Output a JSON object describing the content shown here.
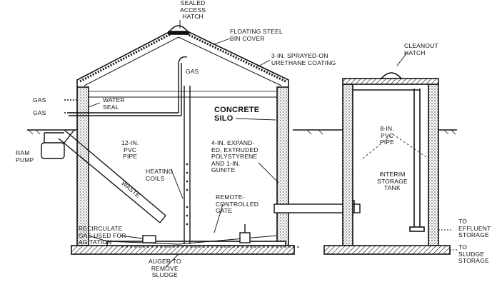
{
  "labels": {
    "sealed_access_hatch": "SEALED\nACCESS\nHATCH",
    "floating_steel_bin_cover": "FLOATING STEEL\nBIN COVER",
    "urethane_coating": "3-IN. SPRAYED-ON\nURETHANE COATING",
    "gas_top": "GAS",
    "gas_left_1": "GAS",
    "gas_left_2": "GAS",
    "water_seal": "WATER\nSEAL",
    "concrete_silo": "CONCRETE\nSILO",
    "ram_pump": "RAM\nPUMP",
    "pvc_pipe_12": "12-IN.\nPVC\nPIPE",
    "heating_coils": "HEATING\nCOILS",
    "waste": "WASTE",
    "insulation": "4-IN. EXPAND-\nED, EXTRUDED\nPOLYSTYRENE\nAND 1-IN.\nGUNITE",
    "remote_gate": "REMOTE-\nCONTROLLED\nGATE",
    "recirculate_gas": "RECIRCULATE\nGAS USED FOR\nAGITATION",
    "auger": "AUGER TO\nREMOVE\nSLUDGE",
    "cleanout_hatch": "CLEANOUT\nHATCH",
    "pvc_pipe_8": "8-IN.\nPVC\nPIPE",
    "interim_tank": "INTERIM\nSTORAGE\nTANK",
    "effluent_storage": "TO\nEFFLUENT\nSTORAGE",
    "sludge_storage": "TO\nSLUDGE\nSTORAGE"
  },
  "colors": {
    "ink": "#111111",
    "paper": "#ffffff"
  }
}
